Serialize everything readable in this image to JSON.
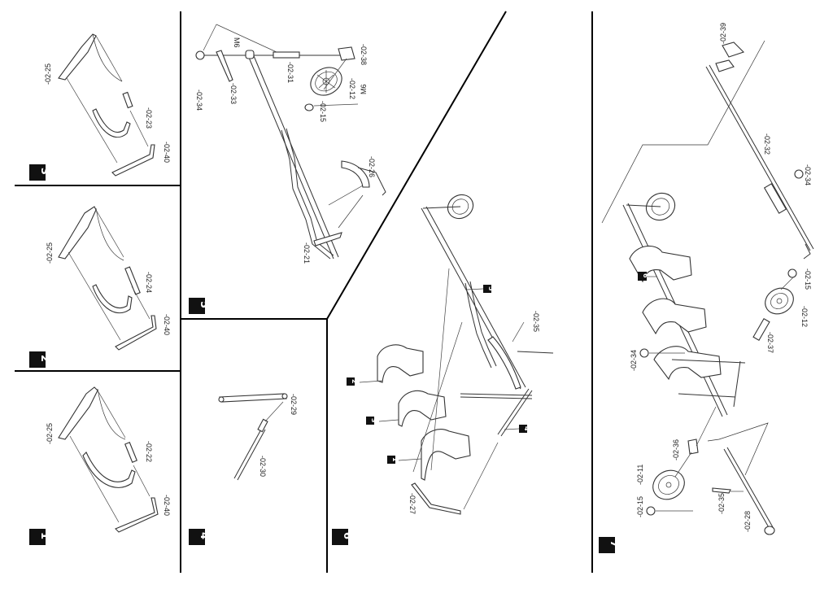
{
  "document": {
    "type": "assembly-instructions",
    "steps": [
      {
        "number": "1",
        "labels": [
          "-02-25",
          "-02-22",
          "-02-40"
        ]
      },
      {
        "number": "2",
        "labels": [
          "-02-25",
          "-02-24",
          "-02-40"
        ]
      },
      {
        "number": "3",
        "labels": [
          "-02-25",
          "-02-23",
          "-02-40"
        ]
      },
      {
        "number": "4",
        "labels": [
          "-02-29",
          "-02-30"
        ]
      },
      {
        "number": "5",
        "labels": [
          "-02-34",
          "-02-33",
          "-02-31",
          "-02-38",
          "-02-12",
          "-02-15",
          "-02-26",
          "-02-21"
        ],
        "hardware_labels": [
          "M6",
          "M6"
        ]
      },
      {
        "number": "6",
        "labels": [
          "-02-35",
          "-02-27"
        ],
        "callouts": [
          "1",
          "2",
          "3",
          "4",
          "5"
        ]
      },
      {
        "number": "7",
        "labels": [
          "-02-39",
          "-02-32",
          "-02-34",
          "-02-15",
          "-02-12",
          "-02-37",
          "-02-34",
          "-02-36",
          "-02-11",
          "-02-15",
          "-02-35",
          "-02-28"
        ],
        "callouts": [
          "6"
        ]
      }
    ]
  }
}
